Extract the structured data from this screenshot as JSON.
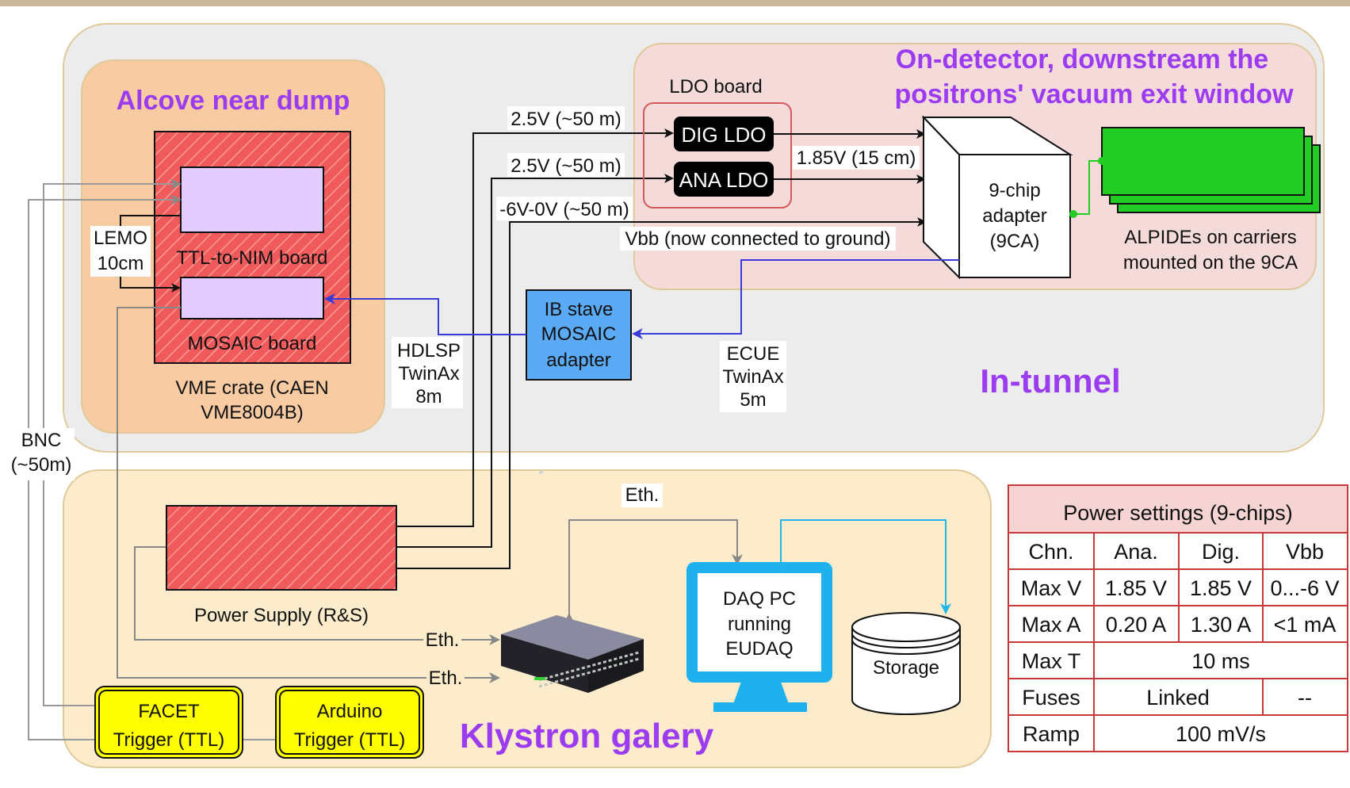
{
  "regions": {
    "in_tunnel": "In-tunnel",
    "alcove": "Alcove near dump",
    "on_detector_line1": "On-detector, downstream the",
    "on_detector_line2": "positrons' vacuum exit window",
    "klystron": "Klystron galery"
  },
  "colors": {
    "region_title": "#9b3bf2",
    "red_board": "#f05a5a",
    "purple_board": "#e3ccff",
    "blue_box": "#5aaaf5",
    "green_alpide": "#22cc22",
    "yellow_trigger": "#ffff00",
    "daq_blue": "#1fb0ee",
    "blue_line": "#3a3ad8",
    "cyan_line": "#1fb7e8",
    "green_line": "#22cc22",
    "gray_line": "#888888"
  },
  "vme": {
    "ttl_to_nim": "TTL-to-NIM board",
    "mosaic": "MOSAIC board",
    "crate_line1": "VME crate (CAEN",
    "crate_line2": "VME8004B)",
    "lemo_line1": "LEMO",
    "lemo_line2": "10cm"
  },
  "ldo": {
    "board": "LDO board",
    "dig": "DIG LDO",
    "ana": "ANA LDO"
  },
  "adapter": {
    "line1": "9-chip",
    "line2": "adapter",
    "line3": "(9CA)"
  },
  "alpide": {
    "line1": "ALPIDEs on carriers",
    "line2": "mounted on the 9CA"
  },
  "ib_stave": {
    "line1": "IB stave",
    "line2": "MOSAIC",
    "line3": "adapter"
  },
  "cables": {
    "dig_supply": "2.5V (~50 m)",
    "ana_supply": "2.5V (~50 m)",
    "bias_supply": "-6V-0V (~50 m)",
    "ldo_out": "1.85V (15 cm)",
    "vbb": "Vbb (now connected to ground)",
    "hdlsp_line1": "HDLSP",
    "hdlsp_line2": "TwinAx",
    "hdlsp_line3": "8m",
    "ecue_line1": "ECUE",
    "ecue_line2": "TwinAx",
    "ecue_line3": "5m",
    "bnc_line1": "BNC",
    "bnc_line2": "(~50m)",
    "eth_top": "Eth.",
    "eth_1": "Eth.",
    "eth_2": "Eth."
  },
  "power_supply": "Power Supply (R&S)",
  "daq": {
    "line1": "DAQ PC",
    "line2": "running",
    "line3": "EUDAQ"
  },
  "storage": "Storage",
  "triggers": {
    "facet_line1": "FACET",
    "facet_line2": "Trigger (TTL)",
    "arduino_line1": "Arduino",
    "arduino_line2": "Trigger (TTL)"
  },
  "power_table": {
    "title": "Power settings (9-chips)",
    "headers": [
      "Chn.",
      "Ana.",
      "Dig.",
      "Vbb"
    ],
    "row_max_v": [
      "Max V",
      "1.85 V",
      "1.85 V",
      "0...-6 V"
    ],
    "row_max_a": [
      "Max A",
      "0.20 A",
      "1.30 A",
      "<1 mA"
    ],
    "row_max_t": [
      "Max T",
      "10 ms"
    ],
    "row_fuses": [
      "Fuses",
      "Linked",
      "--"
    ],
    "row_ramp": [
      "Ramp",
      "100 mV/s"
    ]
  }
}
